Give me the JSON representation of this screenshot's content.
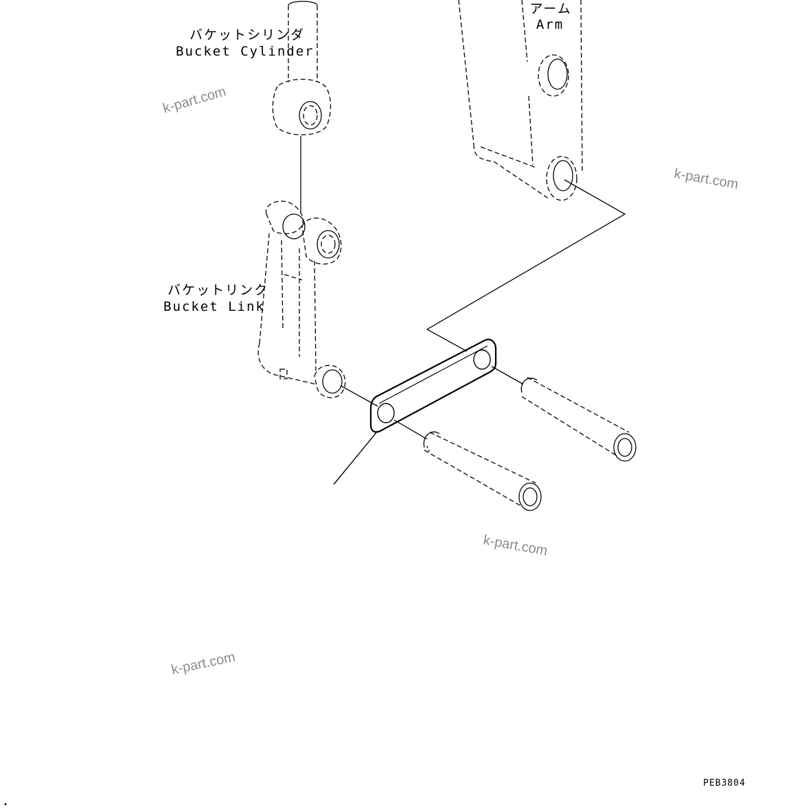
{
  "labels": {
    "bucket_cylinder_jp": "バケットシリンダ",
    "bucket_cylinder_en": "Bucket Cylinder",
    "arm_jp": "アーム",
    "arm_en": "Arm",
    "bucket_link_jp": "バケットリンク",
    "bucket_link_en": "Bucket Link"
  },
  "watermark": "k-part.com",
  "drawing_code": "PEB3804",
  "colors": {
    "line": "#000000",
    "watermark": "#8a8a8a",
    "background": "#ffffff"
  }
}
